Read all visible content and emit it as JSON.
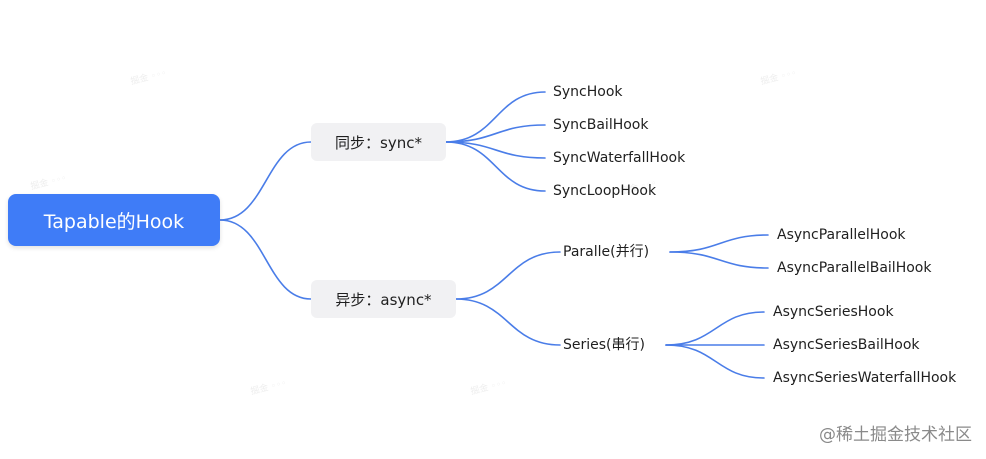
{
  "root": {
    "label": "Tapable的Hook"
  },
  "sync": {
    "label": "同步：sync*",
    "hooks": [
      "SyncHook",
      "SyncBailHook",
      "SyncWaterfallHook",
      "SyncLoopHook"
    ]
  },
  "async": {
    "label": "异步：async*",
    "parallel": {
      "label": "Paralle(并行)",
      "hooks": [
        "AsyncParallelHook",
        "AsyncParallelBailHook"
      ]
    },
    "series": {
      "label": "Series(串行)",
      "hooks": [
        "AsyncSeriesHook",
        "AsyncSeriesBailHook",
        "AsyncSeriesWaterfallHook"
      ]
    }
  },
  "watermark": "@稀土掘金技术社区",
  "colors": {
    "connector": "#4a7de8",
    "root_fill": "#3f7cf7",
    "pill_fill": "#f1f1f3"
  }
}
